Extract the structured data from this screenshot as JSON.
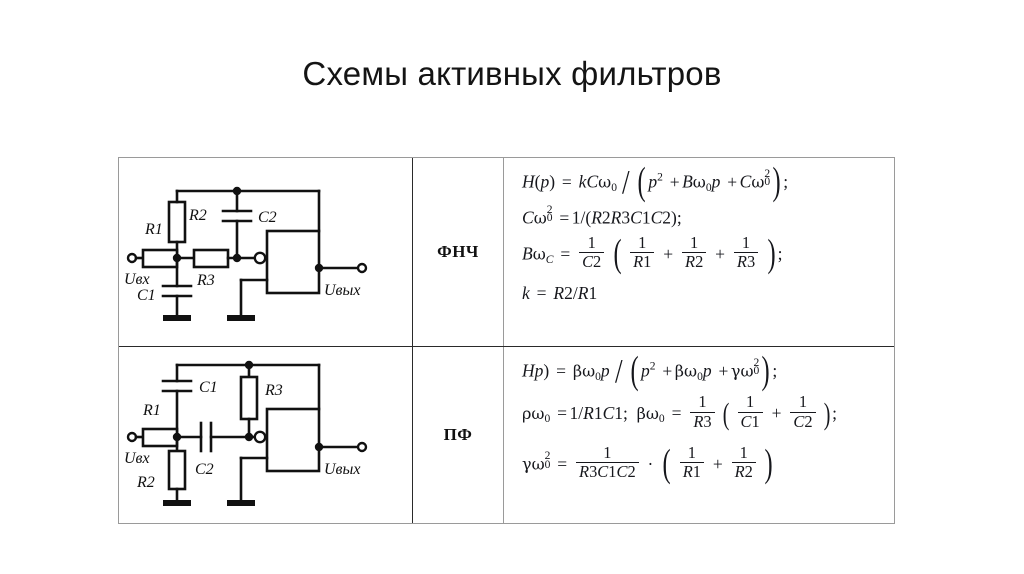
{
  "page": {
    "title": "Схемы активных фильтров"
  },
  "table": {
    "rows": [
      {
        "id": "lpf",
        "type_label": "ФНЧ",
        "circuit": {
          "name": "low-pass-filter-circuit",
          "input_label": "Uвх",
          "output_label": "Uвых",
          "components": [
            {
              "ref": "R1",
              "kind": "resistor"
            },
            {
              "ref": "R2",
              "kind": "resistor"
            },
            {
              "ref": "R3",
              "kind": "resistor"
            },
            {
              "ref": "C1",
              "kind": "capacitor"
            },
            {
              "ref": "C2",
              "kind": "capacitor"
            }
          ],
          "active_element": "op-amp"
        },
        "formulas": [
          "H(p) = kCω0/(p^2 + Bω0 p + Cω0^2);",
          "Cω0^2 = 1/(R2R3C1C2);",
          "BωC = (1/C2)(1/R1 + 1/R2 + 1/R3);",
          "k = R2/R1"
        ]
      },
      {
        "id": "bpf",
        "type_label": "ПФ",
        "circuit": {
          "name": "band-pass-filter-circuit",
          "input_label": "Uвх",
          "output_label": "Uвых",
          "components": [
            {
              "ref": "R1",
              "kind": "resistor"
            },
            {
              "ref": "R2",
              "kind": "resistor"
            },
            {
              "ref": "R3",
              "kind": "resistor"
            },
            {
              "ref": "C1",
              "kind": "capacitor"
            },
            {
              "ref": "C2",
              "kind": "capacitor"
            }
          ],
          "active_element": "op-amp"
        },
        "formulas": [
          "Hp) = βω0 p/(p^2 + βω0 p + γω0^2);",
          "ρω0 = 1/R1C1; βω0 = (1/R3)(1/C1 + 1/C2);",
          "γω0^2 = (1/R3C1C2)·(1/R1 + 1/R2)"
        ]
      }
    ]
  },
  "symbols": {
    "H": "H",
    "p": "p",
    "k": "k",
    "B": "B",
    "C": "C",
    "omega": "ω",
    "beta": "β",
    "gamma": "γ",
    "rho": "ρ",
    "R1": "R1",
    "R2": "R2",
    "R3": "R3",
    "C1": "C1",
    "C2": "C2",
    "u_in": "Uвх",
    "u_out": "Uвых",
    "zero": "0",
    "two": "2",
    "one": "1",
    "eq": "=",
    "plus": "+",
    "semi": ";",
    "slash": "/",
    "dot": "·",
    "lp": "(",
    "rp": ")"
  },
  "colors": {
    "page_bg": "#ffffff",
    "text": "#141414",
    "table_border_light": "#9a9a9a",
    "table_border_dark": "#2a2a2a",
    "wire": "#111111"
  }
}
